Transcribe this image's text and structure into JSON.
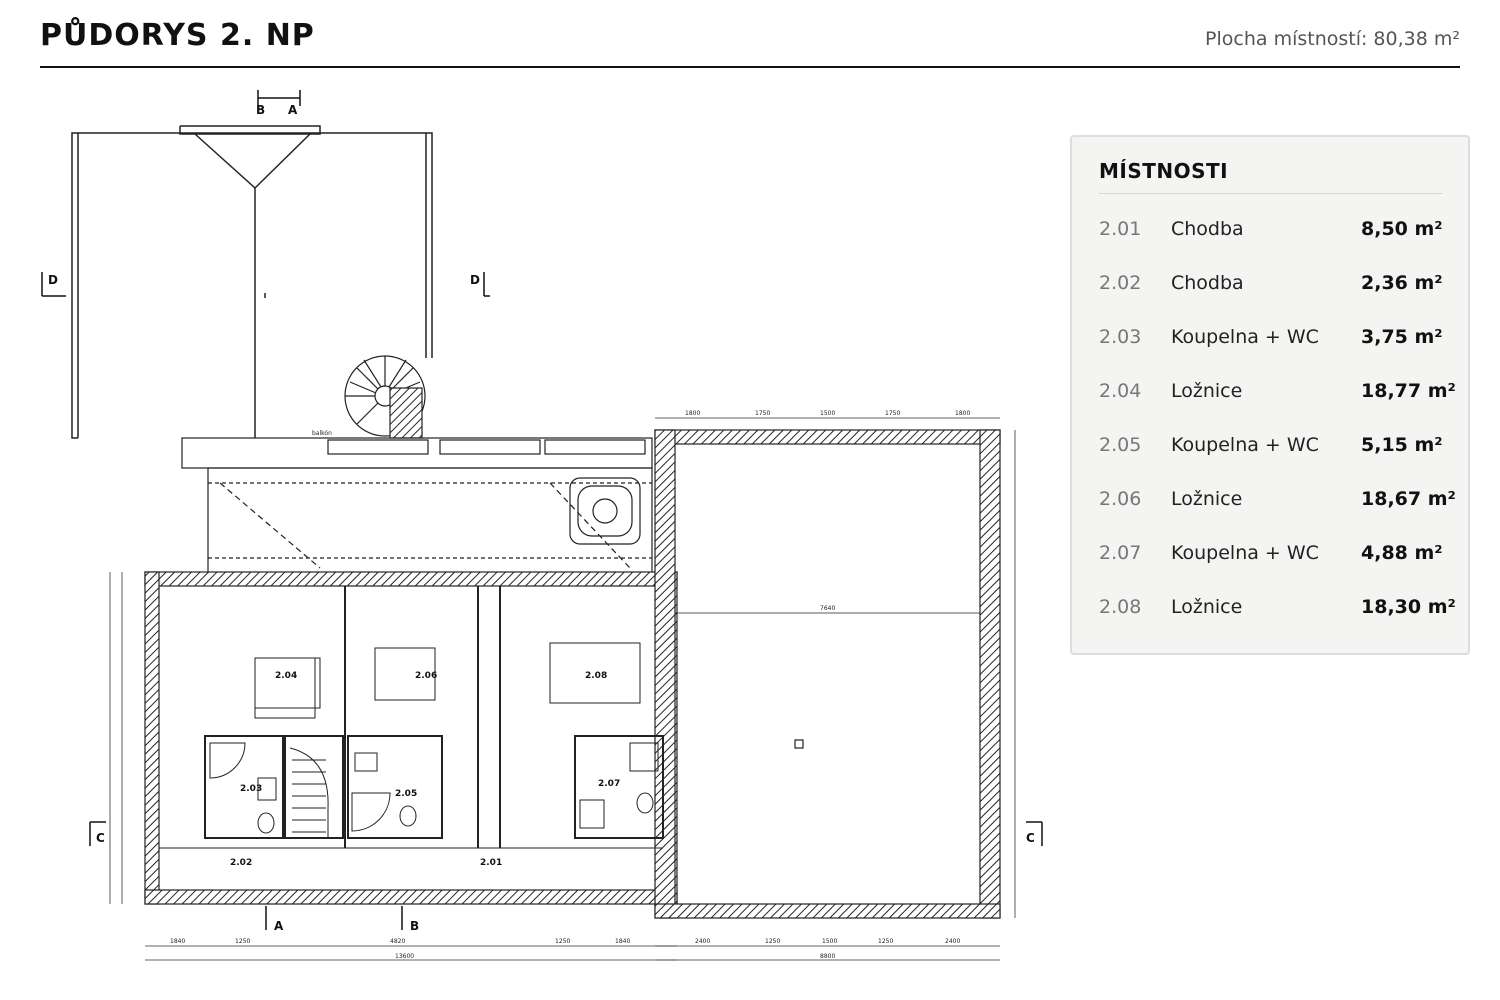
{
  "header": {
    "title": "PŮDORYS 2. NP",
    "area": "Plocha místností: 80,38 m²"
  },
  "panel": {
    "title": "MÍSTNOSTI",
    "rooms": [
      {
        "num": "2.01",
        "name": "Chodba",
        "area": "8,50 m²"
      },
      {
        "num": "2.02",
        "name": "Chodba",
        "area": "2,36 m²"
      },
      {
        "num": "2.03",
        "name": "Koupelna + WC",
        "area": "3,75 m²"
      },
      {
        "num": "2.04",
        "name": "Ložnice",
        "area": "18,77 m²"
      },
      {
        "num": "2.05",
        "name": "Koupelna + WC",
        "area": "5,15 m²"
      },
      {
        "num": "2.06",
        "name": "Ložnice",
        "area": "18,67 m²"
      },
      {
        "num": "2.07",
        "name": "Koupelna + WC",
        "area": "4,88 m²"
      },
      {
        "num": "2.08",
        "name": "Ložnice",
        "area": "18,30 m²"
      }
    ]
  },
  "plan": {
    "room_labels": [
      "2.01",
      "2.02",
      "2.03",
      "2.04",
      "2.05",
      "2.06",
      "2.07",
      "2.08"
    ],
    "section_marks": [
      "A",
      "B",
      "C",
      "D"
    ],
    "dims_bottom": [
      "1840",
      "1250",
      "4820",
      "1250",
      "1840",
      "2400",
      "1250",
      "1500",
      "1250",
      "2400"
    ],
    "dims_top": [
      "1800",
      "1750",
      "1500",
      "1750",
      "1800"
    ],
    "overall_dims": [
      "13600",
      "8800",
      "7640"
    ],
    "balcony_label": "balkón"
  }
}
